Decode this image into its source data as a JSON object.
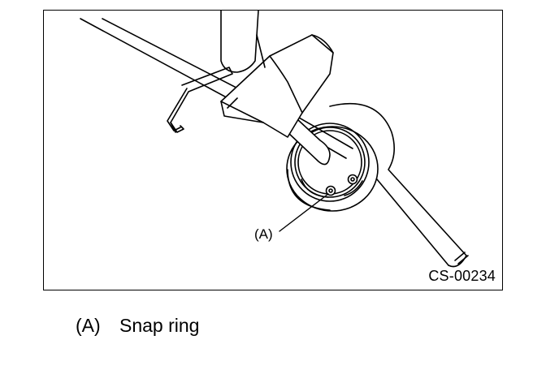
{
  "figure": {
    "code": "CS-00234",
    "callouts": [
      {
        "key": "(A)"
      }
    ]
  },
  "legend": [
    {
      "key": "(A)",
      "text": "Snap ring"
    }
  ]
}
